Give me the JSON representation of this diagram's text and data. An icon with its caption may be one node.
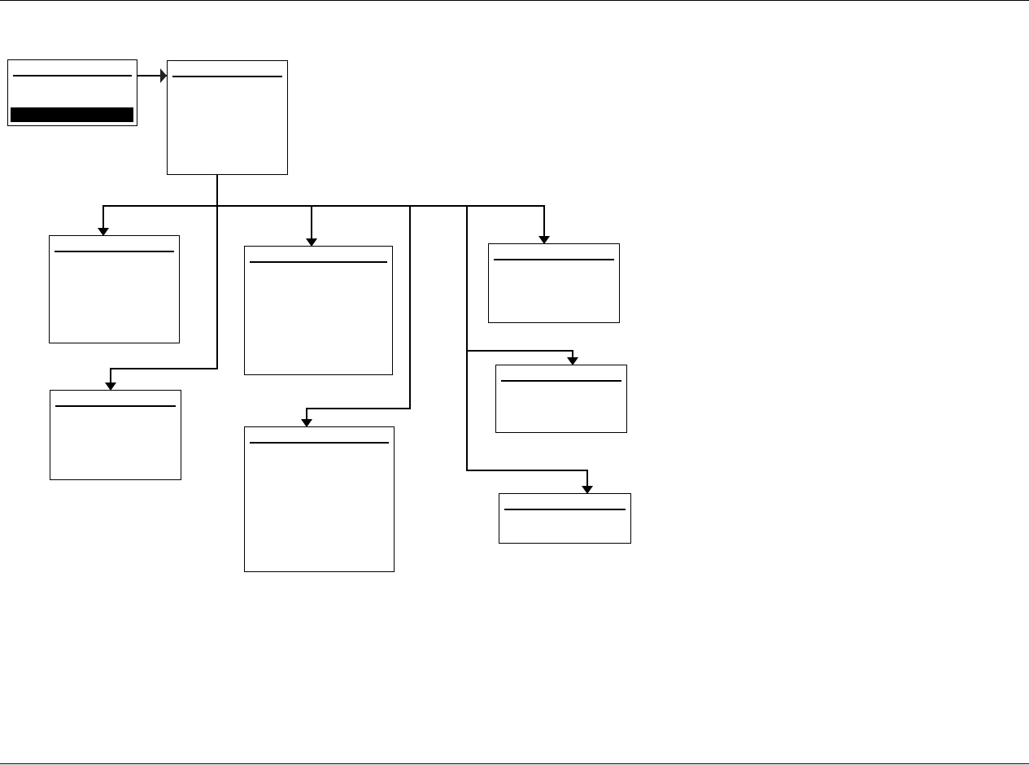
{
  "diagram": {
    "nodes": [
      {
        "text": [],
        "shape": "box"
      },
      {
        "text": [],
        "shape": "box"
      },
      {
        "text": [],
        "shape": "box"
      },
      {
        "text": [],
        "shape": "box"
      },
      {
        "text": [],
        "shape": "box"
      },
      {
        "text": [],
        "shape": "box"
      },
      {
        "text": [],
        "shape": "box"
      },
      {
        "text": [],
        "shape": "box"
      },
      {
        "text": [],
        "shape": "box"
      }
    ],
    "edges": [
      {
        "from": 0,
        "to": 1,
        "arrow": "to"
      },
      {
        "from": 1,
        "to": 2,
        "arrow": "to"
      },
      {
        "from": 1,
        "to": 3,
        "arrow": "to"
      },
      {
        "from": 1,
        "to": 4,
        "arrow": "to"
      },
      {
        "from": 1,
        "to": 5,
        "arrow": "to"
      },
      {
        "from": 1,
        "to": 6,
        "arrow": "to"
      },
      {
        "from": 1,
        "to": 7,
        "arrow": "to"
      },
      {
        "from": 1,
        "to": 8,
        "arrow": "to"
      }
    ]
  }
}
